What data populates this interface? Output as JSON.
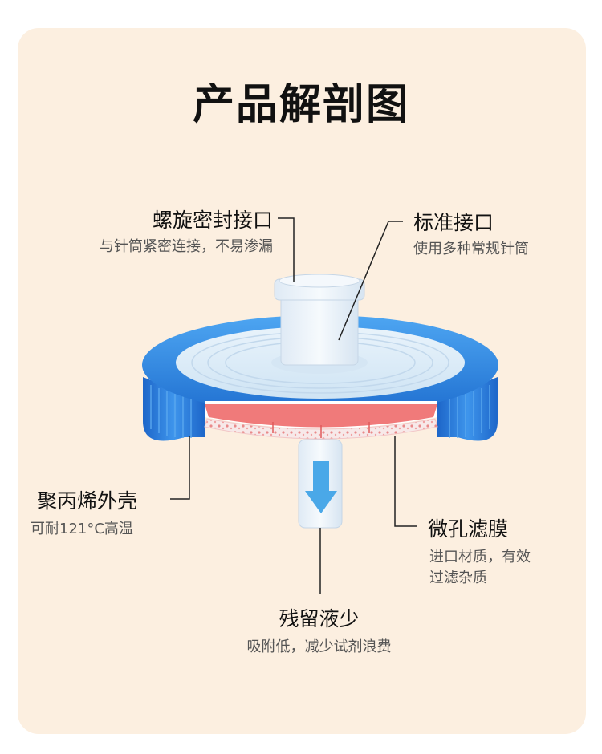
{
  "title": "产品解剖图",
  "callouts": {
    "seal": {
      "label": "螺旋密封接口",
      "desc": "与针筒紧密连接，不易渗漏"
    },
    "standard": {
      "label": "标准接口",
      "desc": "使用多种常规针筒"
    },
    "shell": {
      "label": "聚丙烯外壳",
      "desc": "可耐121°C高温"
    },
    "membrane": {
      "label": "微孔滤膜",
      "desc1": "进口材质，有效",
      "desc2": "过滤杂质"
    },
    "residue": {
      "label": "残留液少",
      "desc": "吸附低，减少试剂浪费"
    }
  },
  "colors": {
    "background": "#fcefe0",
    "shell_blue": "#2f8fe8",
    "membrane_red": "#f07a7a",
    "flow_arrow": "#4aa8e8"
  }
}
